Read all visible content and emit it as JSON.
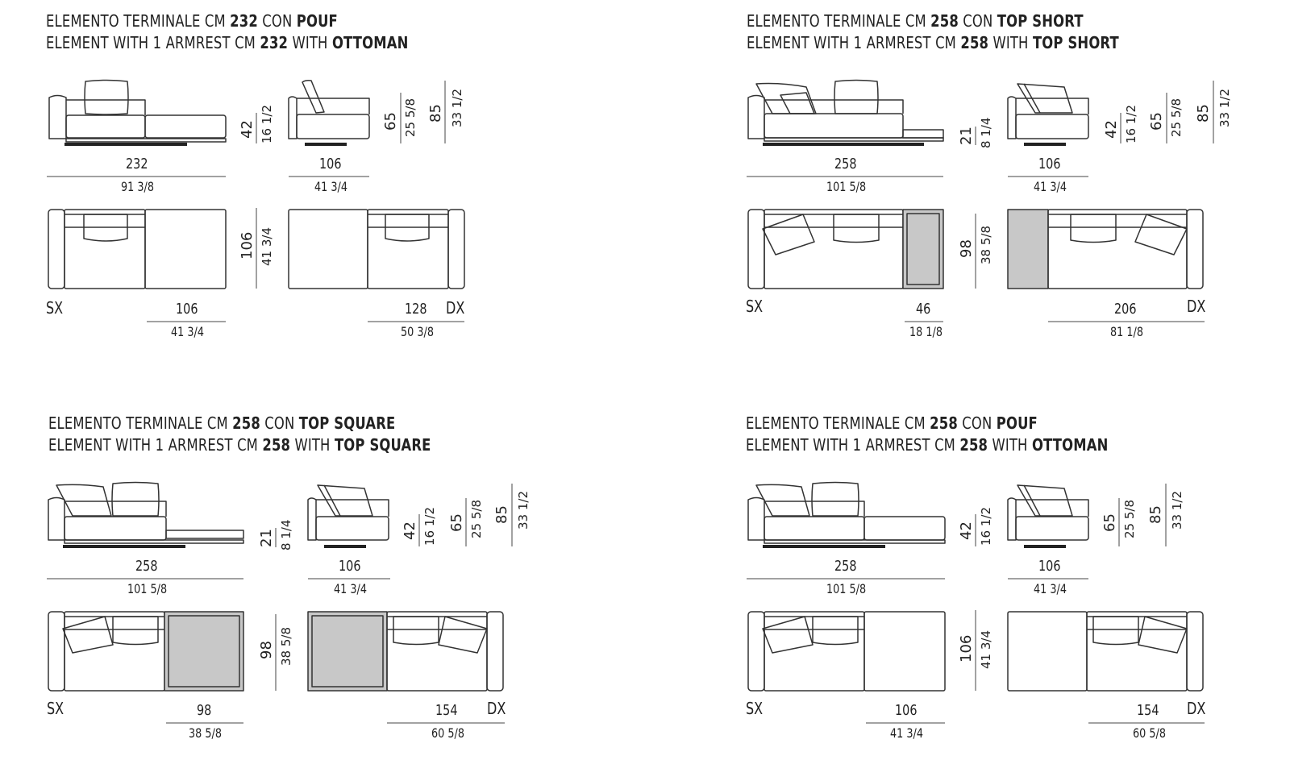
{
  "sections": [
    {
      "title_it": [
        "ELEMENTO TERMINALE CM ",
        "232",
        " CON ",
        "POUF"
      ],
      "title_en": [
        "ELEMENT WITH 1 ARMREST CM ",
        "232",
        " WITH ",
        "OTTOMAN"
      ],
      "front_width": "232",
      "front_width_in": "91 3/8",
      "side_depth": "106",
      "side_depth_in": "41 3/4",
      "heights": [
        "42",
        "16 1/2",
        "65",
        "25 5/8",
        "85",
        "33 1/2"
      ],
      "plan_depth": "106",
      "plan_depth_in": "41 3/4",
      "sx_label": "SX",
      "sx_width": "106",
      "sx_width_in": "41 3/4",
      "dx_label": "DX",
      "dx_width": "128",
      "dx_width_in": "50 3/8"
    },
    {
      "title_it": [
        "ELEMENTO TERMINALE CM ",
        "258",
        " CON ",
        "TOP SHORT"
      ],
      "title_en": [
        "ELEMENT WITH 1 ARMREST CM ",
        "258",
        " WITH ",
        "TOP SHORT"
      ],
      "front_width": "258",
      "front_width_in": "101 5/8",
      "side_depth": "106",
      "side_depth_in": "41 3/4",
      "top_height": "21",
      "top_height_in": "8 1/4",
      "heights": [
        "42",
        "16 1/2",
        "65",
        "25 5/8",
        "85",
        "33 1/2"
      ],
      "plan_depth": "98",
      "plan_depth_in": "38 5/8",
      "sx_label": "SX",
      "sx_width": "46",
      "sx_width_in": "18 1/8",
      "dx_label": "DX",
      "dx_width": "206",
      "dx_width_in": "81 1/8"
    },
    {
      "title_it": [
        "ELEMENTO TERMINALE CM ",
        "258",
        " CON ",
        "TOP SQUARE"
      ],
      "title_en": [
        "ELEMENT WITH 1 ARMREST CM ",
        "258",
        " WITH ",
        "TOP SQUARE"
      ],
      "front_width": "258",
      "front_width_in": "101 5/8",
      "side_depth": "106",
      "side_depth_in": "41 3/4",
      "top_height": "21",
      "top_height_in": "8 1/4",
      "heights": [
        "42",
        "16 1/2",
        "65",
        "25 5/8",
        "85",
        "33 1/2"
      ],
      "plan_depth": "98",
      "plan_depth_in": "38 5/8",
      "sx_label": "SX",
      "sx_width": "98",
      "sx_width_in": "38 5/8",
      "dx_label": "DX",
      "dx_width": "154",
      "dx_width_in": "60 5/8"
    },
    {
      "title_it": [
        "ELEMENTO TERMINALE CM ",
        "258",
        " CON ",
        "POUF"
      ],
      "title_en": [
        "ELEMENT WITH 1 ARMREST CM ",
        "258",
        " WITH ",
        "OTTOMAN"
      ],
      "front_width": "258",
      "front_width_in": "101 5/8",
      "side_depth": "106",
      "side_depth_in": "41 3/4",
      "heights": [
        "42",
        "16 1/2",
        "65",
        "25 5/8",
        "85",
        "33 1/2"
      ],
      "plan_depth": "106",
      "plan_depth_in": "41 3/4",
      "sx_label": "SX",
      "sx_width": "106",
      "sx_width_in": "41 3/4",
      "dx_label": "DX",
      "dx_width": "154",
      "dx_width_in": "60 5/8"
    }
  ],
  "colors": {
    "line": "#333333",
    "top_fill": "#c8c8c8",
    "base_fill": "#222222"
  }
}
